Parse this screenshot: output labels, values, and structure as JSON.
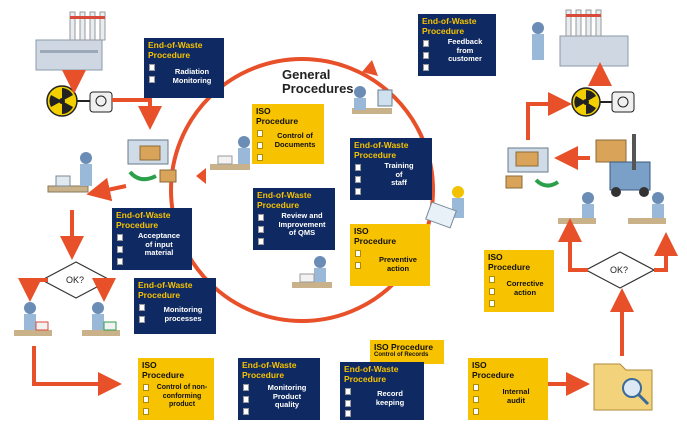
{
  "general_procedures": {
    "label": "General\nProcedures"
  },
  "decisions": {
    "left": "OK?",
    "right": "OK?"
  },
  "cards": {
    "radiation": {
      "title": "End-of-Waste\nProcedure",
      "text": "Radiation\nMonitoring"
    },
    "feedback": {
      "title": "End-of-Waste\nProcedure",
      "text": "Feedback\nfrom\ncustomer"
    },
    "control_docs": {
      "title": "ISO\nProcedure",
      "text": "Control of\nDocuments"
    },
    "training": {
      "title": "End-of-Waste\nProcedure",
      "text": "Training\nof\nstaff"
    },
    "review": {
      "title": "End-of-Waste\nProcedure",
      "text": "Review and\nImprovement\nof QMS"
    },
    "preventive": {
      "title": "ISO\nProcedure",
      "text": "Preventive\naction"
    },
    "acceptance": {
      "title": "End-of-Waste\nProcedure",
      "text": "Acceptance\nof input\nmaterial"
    },
    "corrective": {
      "title": "ISO\nProcedure",
      "text": "Corrective\naction"
    },
    "monitoring_proc": {
      "title": "End-of-Waste\nProcedure",
      "text": "Monitoring\nprocesses"
    },
    "control_records": {
      "title": "ISO Procedure",
      "text": "Control of Records"
    },
    "nonconforming": {
      "title": "ISO\nProcedure",
      "text": "Control of non-\nconforming\nproduct"
    },
    "product_quality": {
      "title": "End-of-Waste\nProcedure",
      "text": "Monitoring\nProduct\nquality"
    },
    "record_keeping": {
      "title": "End-of-Waste\nProcedure",
      "text": "Record\nkeeping"
    },
    "internal_audit": {
      "title": "ISO\nProcedure",
      "text": "Internal\naudit"
    }
  },
  "colors": {
    "navy": "#0f2a62",
    "gold": "#f7c200",
    "arrow": "#e8502a",
    "radiation": "#f2d000"
  }
}
